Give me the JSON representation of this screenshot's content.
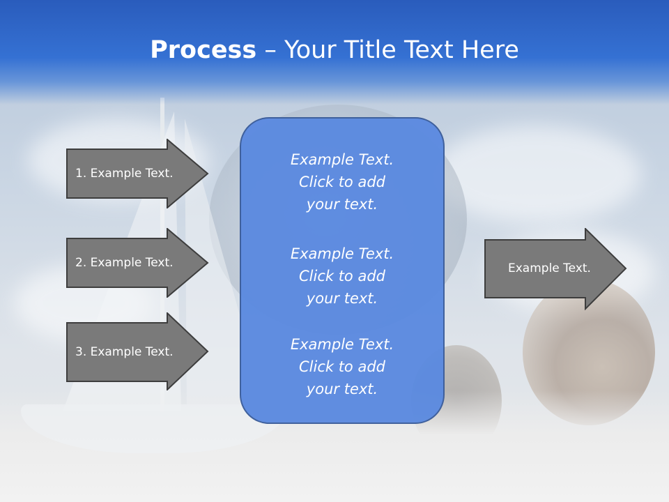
{
  "header": {
    "title_bold": "Process",
    "title_rest": " – Your Title Text Here",
    "color": "#3571d3"
  },
  "left_arrows": [
    {
      "label": "1. Example Text."
    },
    {
      "label": "2. Example Text."
    },
    {
      "label": "3. Example Text."
    }
  ],
  "center_box": {
    "color": "#5b8ae0",
    "blocks": [
      {
        "line1": "Example Text.",
        "line2": "Click  to add",
        "line3": "your text."
      },
      {
        "line1": "Example Text.",
        "line2": "Click  to add",
        "line3": "your text."
      },
      {
        "line1": "Example Text.",
        "line2": "Click  to add",
        "line3": "your text."
      }
    ]
  },
  "right_arrow": {
    "label": "Example Text."
  },
  "arrow_color": "#7a7a7a"
}
